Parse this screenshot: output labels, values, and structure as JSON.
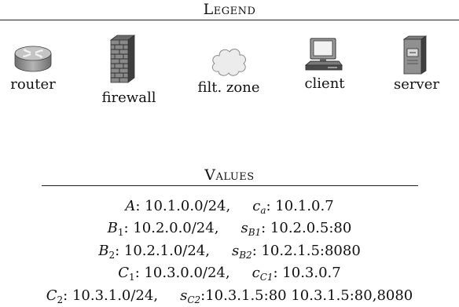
{
  "legend": {
    "heading": "Legend",
    "items": [
      {
        "icon": "router-icon",
        "label": "router"
      },
      {
        "icon": "firewall-icon",
        "label": "firewall"
      },
      {
        "icon": "cloud-icon",
        "label": "filt. zone"
      },
      {
        "icon": "client-computer-icon",
        "label": "client"
      },
      {
        "icon": "server-tower-icon",
        "label": "server"
      }
    ]
  },
  "values": {
    "heading": "Values",
    "rows": [
      {
        "sym": "A",
        "sub": "",
        "net": ": 10.1.0.0/24,",
        "sym2": "c",
        "sub2": "a",
        "addr": ": 10.1.0.7"
      },
      {
        "sym": "B",
        "sub": "1",
        "net": ": 10.2.0.0/24,",
        "sym2": "s",
        "sub2": "B1",
        "addr": ": 10.2.0.5:80"
      },
      {
        "sym": "B",
        "sub": "2",
        "net": ": 10.2.1.0/24,",
        "sym2": "s",
        "sub2": "B2",
        "addr": ": 10.2.1.5:8080"
      },
      {
        "sym": "C",
        "sub": "1",
        "net": ": 10.3.0.0/24,",
        "sym2": "c",
        "sub2": "C1",
        "addr": ": 10.3.0.7"
      },
      {
        "sym": "C",
        "sub": "2",
        "net": ": 10.3.1.0/24,",
        "sym2": "s",
        "sub2": "C2",
        "addr": ":10.3.1.5:80 10.3.1.5:80,8080"
      }
    ]
  },
  "colors": {
    "ink": "#111111",
    "icon_fill": "#a8a8a8",
    "icon_dark": "#555555"
  }
}
